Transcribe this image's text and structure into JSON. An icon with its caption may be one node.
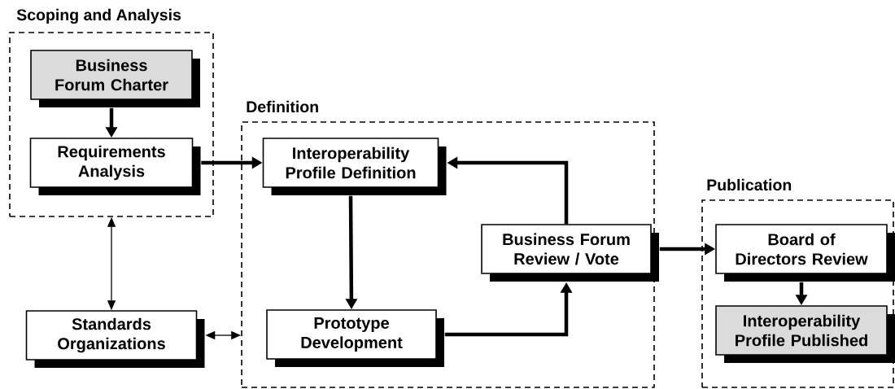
{
  "diagram": {
    "nodes": [
      {
        "text": [
          "Scoping and Analysis"
        ]
      },
      {
        "text": [
          "Business Forum Charter"
        ],
        "in": 0
      },
      {
        "text": [
          "Requirements Analysis"
        ],
        "in": 0
      },
      {
        "text": [
          "Definition"
        ]
      },
      {
        "text": [
          "Interoperability Profile Definition"
        ],
        "in": 3
      },
      {
        "text": [
          "Prototype Development"
        ],
        "in": 3
      },
      {
        "text": [
          "Business Forum Review / Vote"
        ],
        "in": 3
      },
      {
        "text": [
          "Publication"
        ]
      },
      {
        "text": [
          "Board of Directors Review"
        ],
        "in": 7
      },
      {
        "text": [
          "Interoperability Profile Published"
        ],
        "in": 7
      },
      {
        "text": [
          "Standards Organizations"
        ]
      }
    ],
    "edges": [
      {
        "from": 1,
        "to": 2,
        "arrow": "to"
      },
      {
        "from": 2,
        "to": 4,
        "arrow": "to"
      },
      {
        "from": 4,
        "to": 5,
        "arrow": "to"
      },
      {
        "from": 5,
        "to": 6,
        "arrow": "to"
      },
      {
        "from": 6,
        "to": 4,
        "arrow": "to"
      },
      {
        "from": 6,
        "to": 8,
        "arrow": "to"
      },
      {
        "from": 8,
        "to": 9,
        "arrow": "to"
      },
      {
        "from": 10,
        "to": 0,
        "arrow": "both"
      },
      {
        "from": 10,
        "to": 3,
        "arrow": "both"
      }
    ]
  }
}
